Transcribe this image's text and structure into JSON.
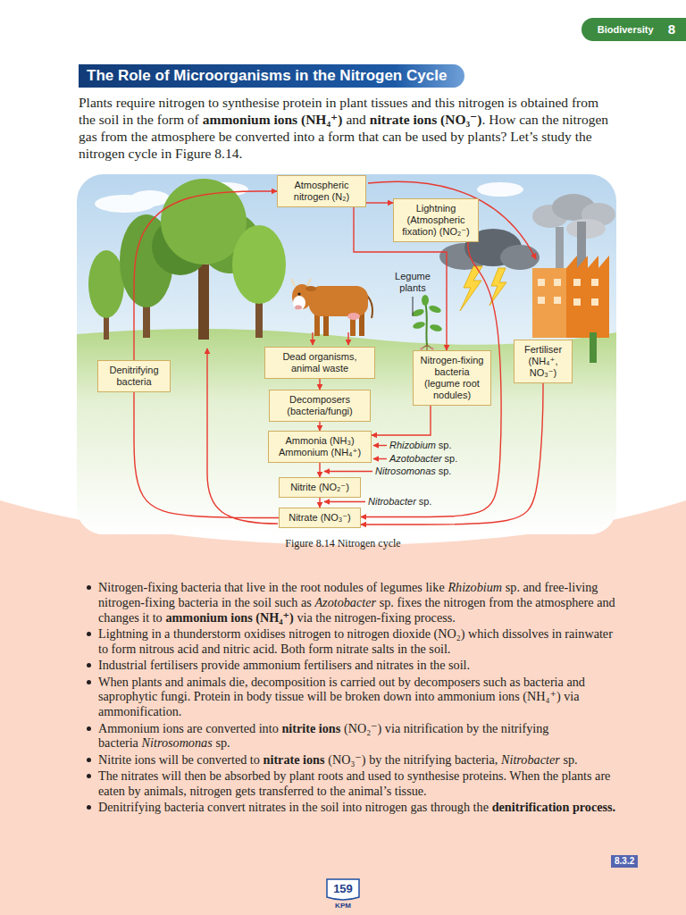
{
  "diagram": {
    "title": "The Role of Microorganisms in the Nitrogen Cycle",
    "caption": "Figure 8.14 Nitrogen cycle",
    "nodes": [
      {
        "text": [
          "Biodiversity",
          "8"
        ]
      },
      {
        "text": [
          "Atmospheric nitrogen (N₂)"
        ]
      },
      {
        "text": [
          "Lightning (Atmospheric fixation) (NO₂⁻)"
        ]
      },
      {
        "text": [
          "Dead organisms, animal waste"
        ]
      },
      {
        "text": [
          "Nitrogen-fixing bacteria (legume root nodules)"
        ]
      },
      {
        "text": [
          "Fertiliser (NH₄⁺, NO₃⁻)"
        ]
      },
      {
        "text": [
          "Denitrifying bacteria"
        ]
      },
      {
        "text": [
          "Decomposers (bacteria/fungi)"
        ]
      },
      {
        "text": [
          "Ammonia (NH₃) Ammonium (NH₄⁺)"
        ]
      },
      {
        "text": [
          "Nitrite (NO₂⁻)"
        ]
      },
      {
        "text": [
          "Nitrate (NO₃⁻)"
        ]
      },
      {
        "text": [
          "8.3.2"
        ]
      }
    ],
    "edges": [
      {
        "from": 1,
        "to": 2,
        "arrow": "to"
      },
      {
        "from": 1,
        "to": 4,
        "arrow": "to"
      },
      {
        "from": 2,
        "to": 10,
        "arrow": "to"
      },
      {
        "from": 5,
        "to": 10,
        "arrow": "to"
      },
      {
        "from": 3,
        "to": 7,
        "arrow": "to"
      },
      {
        "from": 4,
        "to": 8,
        "arrow": "to"
      },
      {
        "from": 7,
        "to": 8,
        "arrow": "to"
      },
      {
        "from": 8,
        "to": 9,
        "arrow": "to"
      },
      {
        "from": 9,
        "to": 10,
        "arrow": "to"
      },
      {
        "from": 10,
        "to": 6,
        "arrow": "none"
      },
      {
        "from": 6,
        "to": 1,
        "arrow": "to"
      }
    ],
    "labels": [
      "Plants require nitrogen to synthesise protein in plant tissues and this nitrogen is obtained from the soil in the form of",
      "ammonium ions (NH₄⁺)",
      "and",
      "nitrate ions (NO₃⁻)",
      ". How can the nitrogen gas from the atmosphere be converted into a form that can be used by plants? Let’s study the nitrogen cycle in Figure 8.14.",
      "Legume plants",
      "Rhizobium",
      "sp.",
      "Azotobacter",
      "sp.",
      "Nitrosomonas",
      "sp.",
      "Nitrobacter",
      "sp.",
      "Nitrogen-fixing bacteria that live in the root nodules of legumes like",
      "Rhizobium",
      "sp. and free-living nitrogen-fixing bacteria in the soil such as",
      "Azotobacter",
      "sp. fixes the nitrogen from the atmosphere and changes it to",
      "ammonium ions (NH₄⁺)",
      "via the nitrogen-fixing process.",
      "Lightning in a thunderstorm oxidises nitrogen to nitrogen dioxide (NO₂) which dissolves in rainwater to form nitrous acid and nitric acid. Both form nitrate salts in the soil.",
      "Industrial fertilisers provide ammonium fertilisers and nitrates in the soil.",
      "When plants and animals die, decomposition is carried out by decomposers such as bacteria and saprophytic fungi. Protein in body tissue will be broken down into ammonium ions (NH₄⁺) via ammonification.",
      "Ammonium ions are converted into",
      "nitrite ions",
      "(NO₂⁻) via nitrification by the nitrifying bacteria",
      "Nitrosomonas",
      "sp.",
      "Nitrite ions will be converted to",
      "nitrate ions",
      "(NO₃⁻) by the nitrifying bacteria,",
      "Nitrobacter",
      "sp.",
      "The nitrates will then be absorbed by plant roots and used to synthesise proteins. When the plants are eaten by animals, nitrogen gets transferred to the animal’s tissue.",
      "Denitrifying bacteria convert nitrates in the soil into nitrogen gas through the",
      "denitrification process.",
      "159",
      "KPM"
    ]
  }
}
